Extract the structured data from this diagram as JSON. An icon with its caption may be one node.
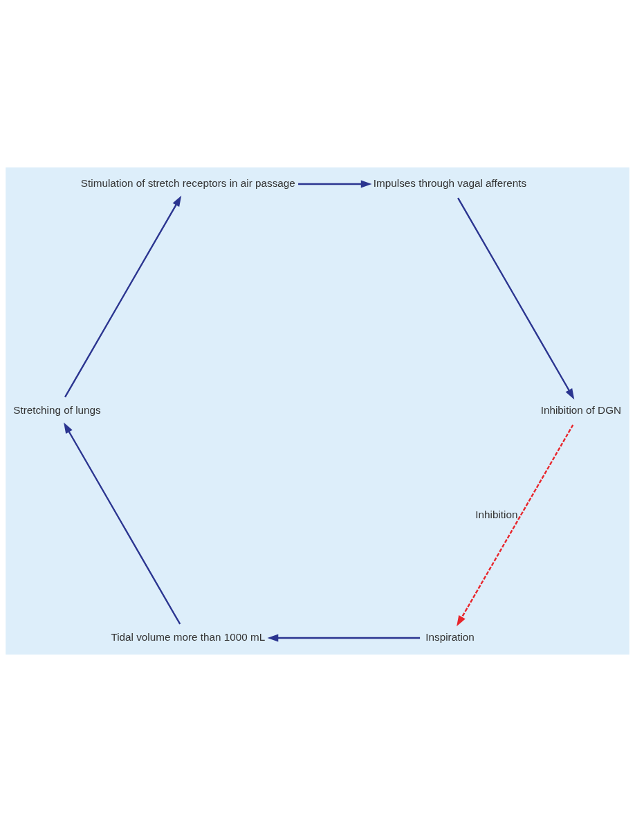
{
  "diagram": {
    "nodes": [
      {
        "text": [
          "Inspiration"
        ]
      },
      {
        "text": [
          "Tidal volume more than 1000 mL"
        ]
      },
      {
        "text": [
          "Stretching of lungs"
        ]
      },
      {
        "text": [
          "Stimulation of stretch receptors in air passage"
        ]
      },
      {
        "text": [
          "Impulses through vagal afferents"
        ]
      },
      {
        "text": [
          "Inhibition of DGN"
        ]
      }
    ],
    "edges": [
      {
        "from": 0,
        "to": 1,
        "arrow": "to"
      },
      {
        "from": 1,
        "to": 2,
        "arrow": "to"
      },
      {
        "from": 2,
        "to": 3,
        "arrow": "to"
      },
      {
        "from": 3,
        "to": 4,
        "arrow": "to"
      },
      {
        "from": 4,
        "to": 5,
        "arrow": "to"
      },
      {
        "from": 5,
        "to": 0,
        "arrow": "to",
        "label": "Inhibition",
        "style": "dashed",
        "color": "#e8262c"
      }
    ]
  }
}
